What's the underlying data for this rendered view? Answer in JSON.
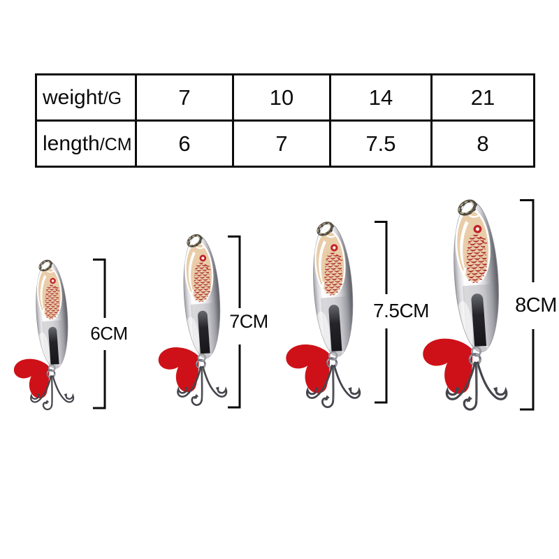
{
  "product_table": {
    "rows": [
      {
        "label_word": "weight",
        "label_suffix": "/G",
        "values": [
          "7",
          "10",
          "14",
          "21"
        ]
      },
      {
        "label_word": "length",
        "label_suffix": "/CM",
        "values": [
          "6",
          "7",
          "7.5",
          "8"
        ]
      }
    ]
  },
  "lures": [
    {
      "id": "lure-1",
      "size_label": "6CM"
    },
    {
      "id": "lure-2",
      "size_label": "7CM"
    },
    {
      "id": "lure-3",
      "size_label": "7.5CM"
    },
    {
      "id": "lure-4",
      "size_label": "8CM"
    }
  ],
  "colors": {
    "tail_red": "#ce1118",
    "scale_red": "#a81b22",
    "blade_beige": "#e9cda9",
    "eye_red": "#c2232a",
    "bracket_black": "#0b0b0b",
    "table_border": "#0c0c0c",
    "background": "#ffffff"
  }
}
